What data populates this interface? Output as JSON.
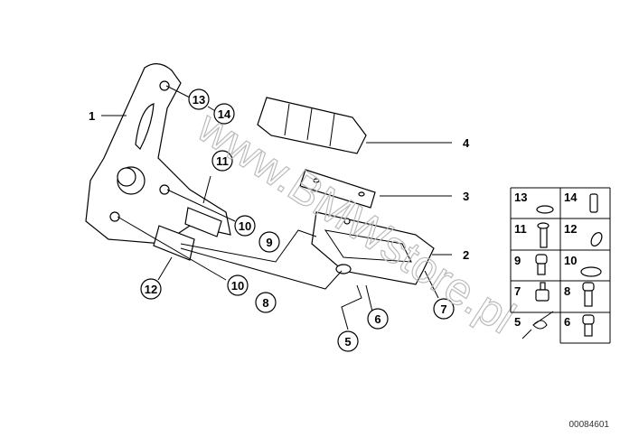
{
  "callouts": {
    "plain": [
      "1",
      "2",
      "3",
      "4"
    ],
    "circled": [
      "13",
      "14",
      "11",
      "10",
      "9",
      "12",
      "10",
      "8",
      "5",
      "6",
      "7"
    ]
  },
  "grid": [
    "13",
    "14",
    "11",
    "12",
    "9",
    "10",
    "7",
    "8",
    "5",
    "6"
  ],
  "watermark": "www.BMWstore.pl",
  "diagram_code": "00084601"
}
